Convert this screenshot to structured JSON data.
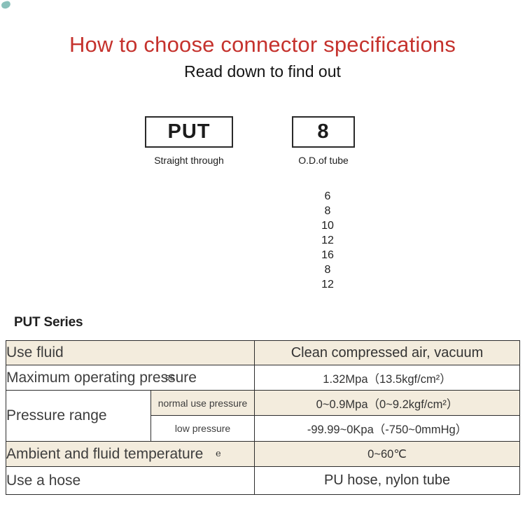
{
  "page": {
    "title": "How to choose connector specifications",
    "subtitle": "Read down to find out",
    "accent_color": "#c5322d",
    "table_band_color": "#f3ecdd"
  },
  "selector": {
    "model_box": {
      "value": "PUT",
      "label": "Straight through"
    },
    "size_box": {
      "value": "8",
      "label": "O.D.of tube"
    },
    "size_options": [
      "6",
      "8",
      "10",
      "12",
      "16",
      "8",
      "12"
    ]
  },
  "series_heading": "PUT Series",
  "spec_table": {
    "use_fluid": {
      "label": "Use fluid",
      "value": "Clean compressed air, vacuum"
    },
    "max_pressure": {
      "label": "Maximum operating pressure",
      "value": "1.32Mpa（13.5kgf/cm²）"
    },
    "pressure_range": {
      "label": "Pressure range",
      "normal": {
        "label": "normal use pressure",
        "value": "0~0.9Mpa（0~9.2kgf/cm²）"
      },
      "low": {
        "label": "low pressure",
        "value": "-99.99~0Kpa（-750~0mmHg）"
      }
    },
    "temperature": {
      "label": "Ambient and fluid temperature",
      "value": "0~60℃"
    },
    "hose": {
      "label": "Use a hose",
      "value": "PU hose, nylon tube"
    }
  },
  "artifacts": {
    "overlap_text": "ss",
    "stray_text": "e"
  }
}
